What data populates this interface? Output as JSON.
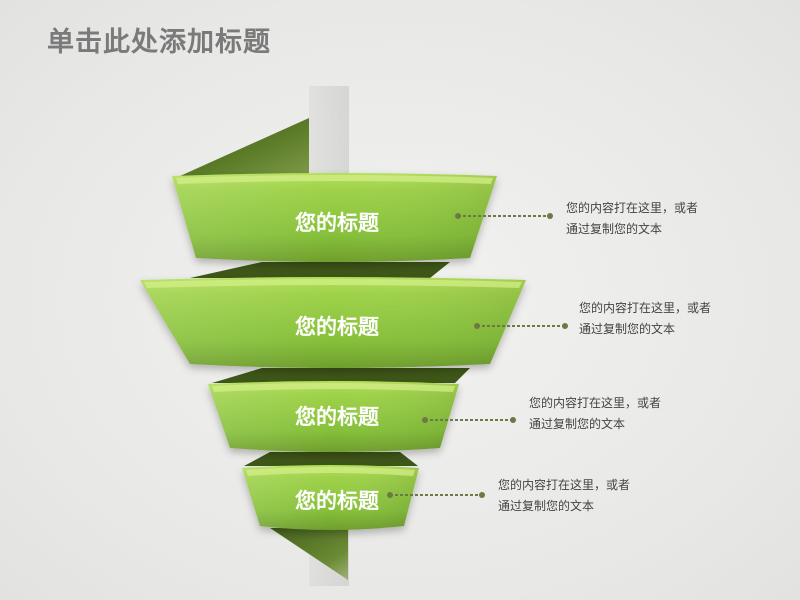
{
  "page": {
    "title": "单击此处添加标题"
  },
  "items": [
    {
      "title": "您的标题",
      "desc_line1": "您的内容打在这里，或者",
      "desc_line2": "通过复制您的文本"
    },
    {
      "title": "您的标题",
      "desc_line1": "您的内容打在这里，或者",
      "desc_line2": "通过复制您的文本"
    },
    {
      "title": "您的标题",
      "desc_line1": "您的内容打在这里，或者",
      "desc_line2": "通过复制您的文本"
    },
    {
      "title": "您的标题",
      "desc_line1": "您的内容打在这里，或者",
      "desc_line2": "通过复制您的文本"
    }
  ],
  "colors": {
    "band_light": "#a6d84a",
    "band_mid": "#8cc63f",
    "band_dark": "#6c9e2a",
    "fold_dark": "#4a6420",
    "connector": "#6b7a45"
  }
}
